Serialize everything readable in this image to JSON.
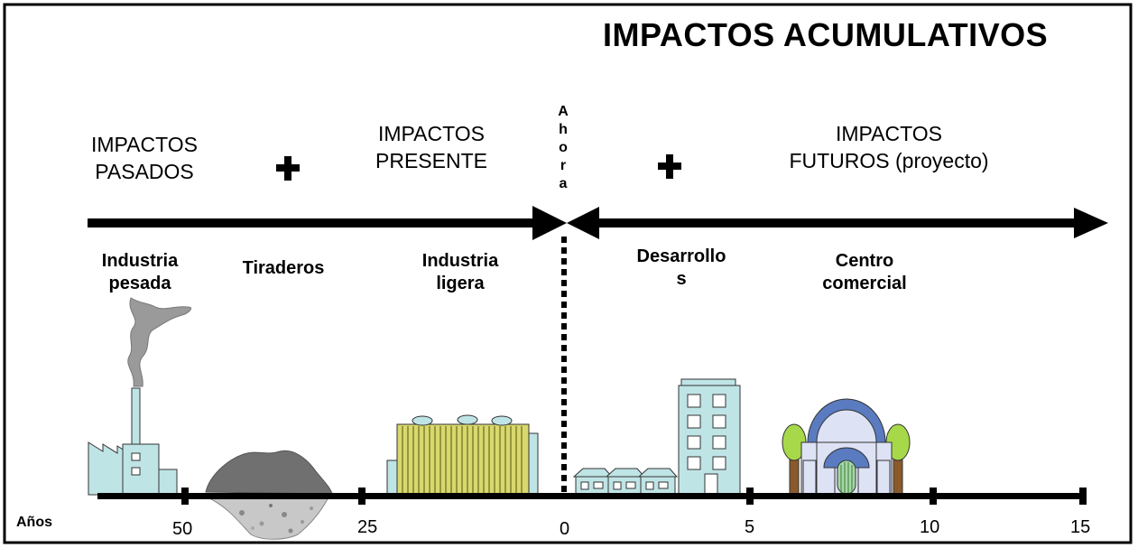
{
  "title": "IMPACTOS ACUMULATIVOS",
  "sections": {
    "past": {
      "line1": "IMPACTOS",
      "line2": "PASADOS"
    },
    "present": {
      "line1": "IMPACTOS",
      "line2": "PRESENTE"
    },
    "future": {
      "line1": "IMPACTOS",
      "line2": "FUTUROS (proyecto)"
    }
  },
  "plus_sign": "+",
  "now_label": [
    "A",
    "h",
    "o",
    "r",
    "a"
  ],
  "activities": {
    "heavy_industry": {
      "line1": "Industria",
      "line2": "pesada"
    },
    "landfills": {
      "line1": "Tiraderos"
    },
    "light_industry": {
      "line1": "Industria",
      "line2": "ligera"
    },
    "developments": {
      "line1": "Desarrollo",
      "line2": "s"
    },
    "mall": {
      "line1": "Centro",
      "line2": "comercial"
    }
  },
  "timeline": {
    "axis_label": "Años",
    "ticks": [
      "50",
      "25",
      "0",
      "5",
      "10",
      "15"
    ]
  },
  "colors": {
    "building": "#bfe4e6",
    "smoke": "#9a9a9a",
    "landfill": "#707070",
    "factory_stripes": "#d8d86e",
    "dome": "#5a7bc0",
    "tree": "#a6d84a",
    "trunk": "#8b5a2b"
  },
  "icons": [
    "factory-icon",
    "landfill-icon",
    "light-industry-icon",
    "houses-icon",
    "office-building-icon",
    "mall-icon"
  ]
}
